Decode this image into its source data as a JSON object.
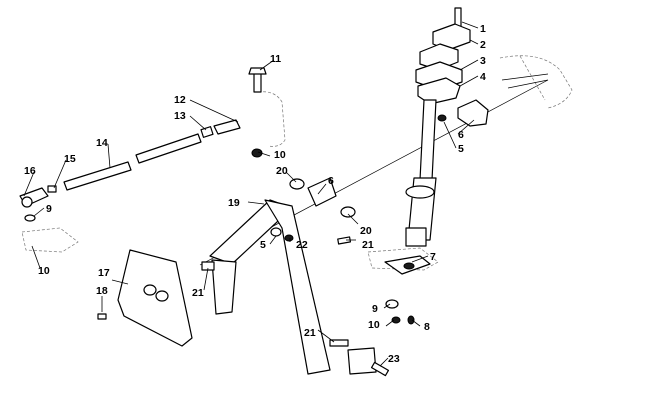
{
  "diagram": {
    "callouts": [
      {
        "id": "c1",
        "label": "1"
      },
      {
        "id": "c2",
        "label": "2"
      },
      {
        "id": "c3",
        "label": "3"
      },
      {
        "id": "c4",
        "label": "4"
      },
      {
        "id": "c5a",
        "label": "5"
      },
      {
        "id": "c5b",
        "label": "5"
      },
      {
        "id": "c6a",
        "label": "6"
      },
      {
        "id": "c6b",
        "label": "6"
      },
      {
        "id": "c7",
        "label": "7"
      },
      {
        "id": "c8",
        "label": "8"
      },
      {
        "id": "c9a",
        "label": "9"
      },
      {
        "id": "c9b",
        "label": "9"
      },
      {
        "id": "c10a",
        "label": "10"
      },
      {
        "id": "c10b",
        "label": "10"
      },
      {
        "id": "c10c",
        "label": "10"
      },
      {
        "id": "c11",
        "label": "11"
      },
      {
        "id": "c12",
        "label": "12"
      },
      {
        "id": "c13",
        "label": "13"
      },
      {
        "id": "c14",
        "label": "14"
      },
      {
        "id": "c15",
        "label": "15"
      },
      {
        "id": "c16",
        "label": "16"
      },
      {
        "id": "c17",
        "label": "17"
      },
      {
        "id": "c18",
        "label": "18"
      },
      {
        "id": "c19",
        "label": "19"
      },
      {
        "id": "c20a",
        "label": "20"
      },
      {
        "id": "c20b",
        "label": "20"
      },
      {
        "id": "c21a",
        "label": "21"
      },
      {
        "id": "c21b",
        "label": "21"
      },
      {
        "id": "c21c",
        "label": "21"
      },
      {
        "id": "c22",
        "label": "22"
      },
      {
        "id": "c23",
        "label": "23"
      }
    ]
  }
}
